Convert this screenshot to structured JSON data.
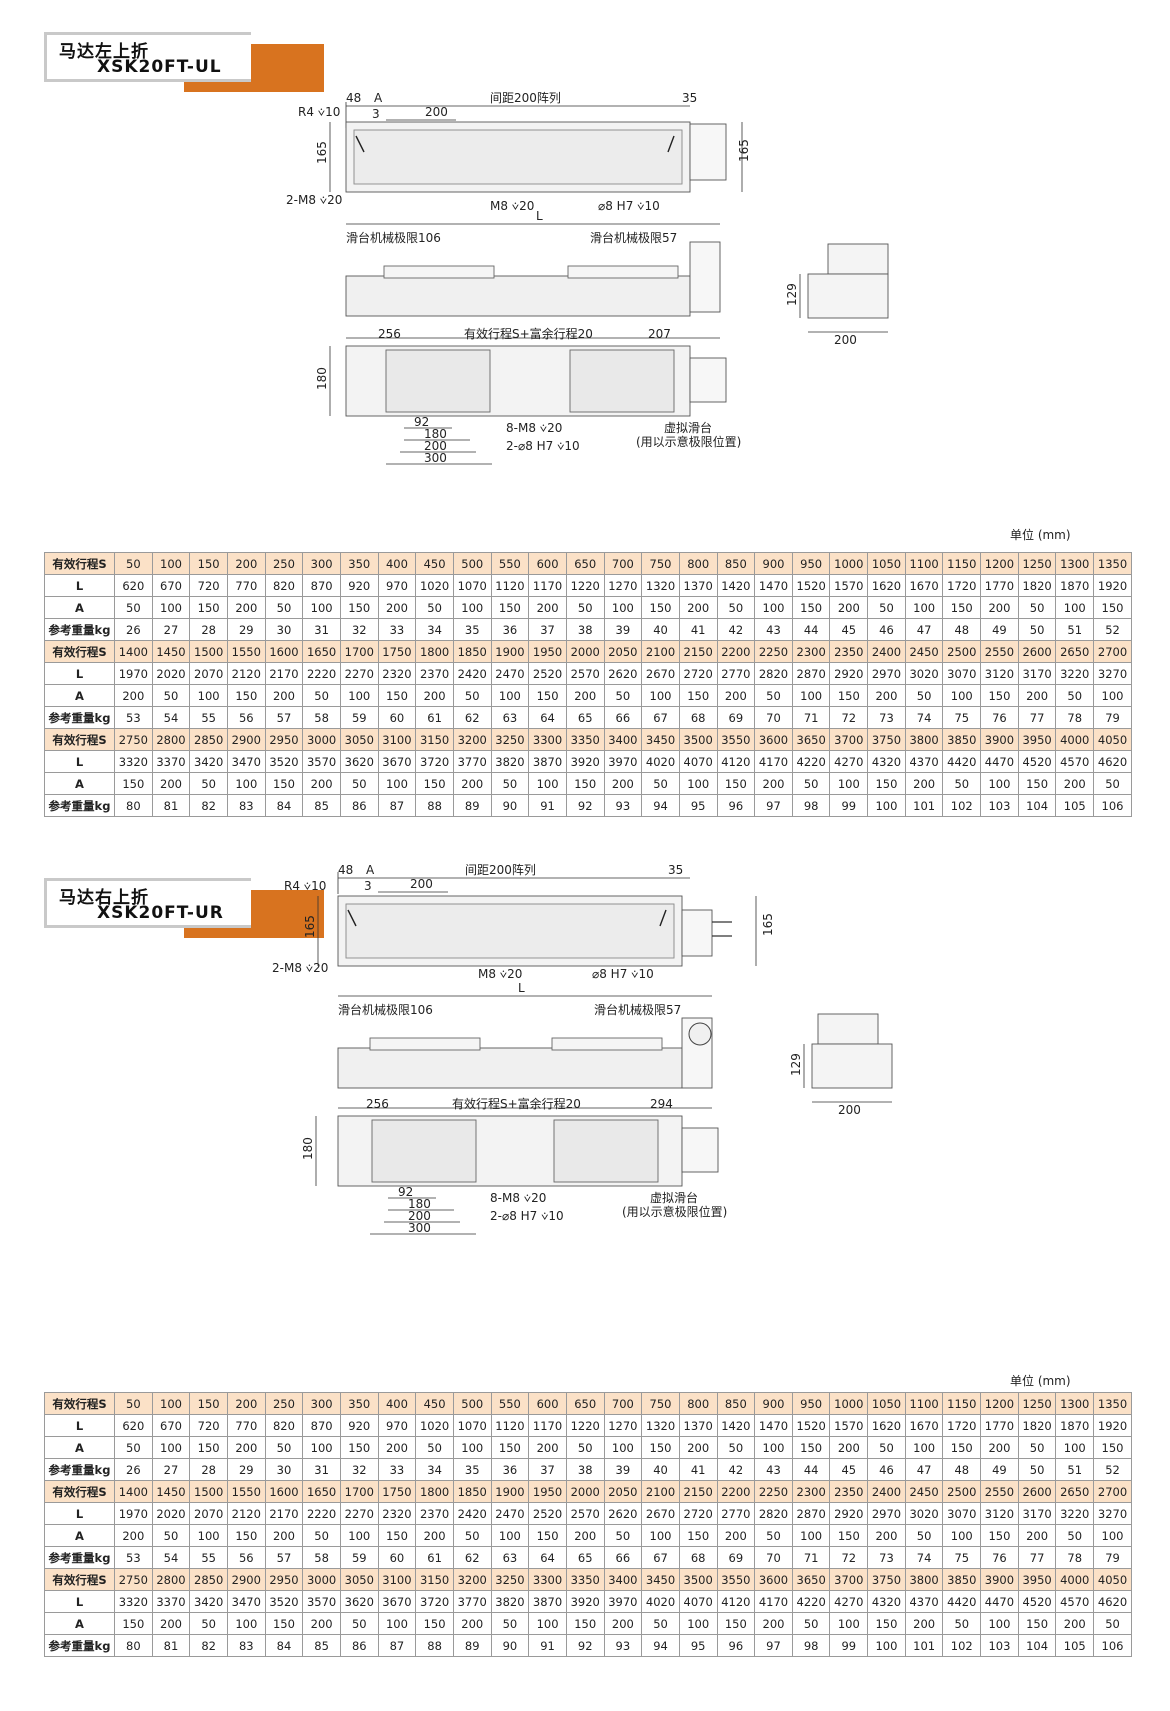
{
  "sections": [
    {
      "title_cn": "马达左上折",
      "title_model": "XSK20FT-UL",
      "dims": {
        "d48": "48",
        "dA": "A",
        "spacing": "间距200阵列",
        "d35": "35",
        "r4": "R4 ⩒10",
        "d3": "3",
        "d200": "200",
        "h165": "165",
        "h165r": "165",
        "m8_2": "2-M8 ⩒20",
        "m8": "M8 ⩒20",
        "phi8": "⌀8 H7 ⩒10",
        "L": "L",
        "limit106": "滑台机械极限106",
        "limit57": "滑台机械极限57",
        "h129": "129",
        "w200": "200",
        "d256": "256",
        "stroke": "有效行程S+富余行程20",
        "d207": "207",
        "h180": "180",
        "d92": "92",
        "d180": "180",
        "d200b": "200",
        "d300": "300",
        "m8_8": "8-M8 ⩒20",
        "phi8_2": "2-⌀8 H7 ⩒10",
        "virtual1": "虚拟滑台",
        "virtual2": "(用以示意极限位置)"
      },
      "unit": "单位 (mm)"
    },
    {
      "title_cn": "马达右上折",
      "title_model": "XSK20FT-UR",
      "dims": {
        "d48": "48",
        "dA": "A",
        "spacing": "间距200阵列",
        "d35": "35",
        "r4": "R4 ⩒10",
        "d3": "3",
        "d200": "200",
        "h165": "165",
        "h165r": "165",
        "m8_2": "2-M8 ⩒20",
        "m8": "M8 ⩒20",
        "phi8": "⌀8 H7 ⩒10",
        "L": "L",
        "limit106": "滑台机械极限106",
        "limit57": "滑台机械极限57",
        "h129": "129",
        "w200": "200",
        "d256": "256",
        "stroke": "有效行程S+富余行程20",
        "d207": "294",
        "h180": "180",
        "d92": "92",
        "d180": "180",
        "d200b": "200",
        "d300": "300",
        "m8_8": "8-M8 ⩒20",
        "phi8_2": "2-⌀8 H7 ⩒10",
        "virtual1": "虚拟滑台",
        "virtual2": "(用以示意极限位置)"
      },
      "unit": "单位 (mm)"
    }
  ],
  "table": {
    "row_labels": [
      "有效行程S",
      "L",
      "A",
      "参考重量kg"
    ],
    "blocks": [
      {
        "S": [
          "50",
          "100",
          "150",
          "200",
          "250",
          "300",
          "350",
          "400",
          "450",
          "500",
          "550",
          "600",
          "650",
          "700",
          "750",
          "800",
          "850",
          "900",
          "950",
          "1000",
          "1050",
          "1100",
          "1150",
          "1200",
          "1250",
          "1300",
          "1350"
        ],
        "L": [
          "620",
          "670",
          "720",
          "770",
          "820",
          "870",
          "920",
          "970",
          "1020",
          "1070",
          "1120",
          "1170",
          "1220",
          "1270",
          "1320",
          "1370",
          "1420",
          "1470",
          "1520",
          "1570",
          "1620",
          "1670",
          "1720",
          "1770",
          "1820",
          "1870",
          "1920"
        ],
        "A": [
          "50",
          "100",
          "150",
          "200",
          "50",
          "100",
          "150",
          "200",
          "50",
          "100",
          "150",
          "200",
          "50",
          "100",
          "150",
          "200",
          "50",
          "100",
          "150",
          "200",
          "50",
          "100",
          "150",
          "200",
          "50",
          "100",
          "150"
        ],
        "W": [
          "26",
          "27",
          "28",
          "29",
          "30",
          "31",
          "32",
          "33",
          "34",
          "35",
          "36",
          "37",
          "38",
          "39",
          "40",
          "41",
          "42",
          "43",
          "44",
          "45",
          "46",
          "47",
          "48",
          "49",
          "50",
          "51",
          "52"
        ]
      },
      {
        "S": [
          "1400",
          "1450",
          "1500",
          "1550",
          "1600",
          "1650",
          "1700",
          "1750",
          "1800",
          "1850",
          "1900",
          "1950",
          "2000",
          "2050",
          "2100",
          "2150",
          "2200",
          "2250",
          "2300",
          "2350",
          "2400",
          "2450",
          "2500",
          "2550",
          "2600",
          "2650",
          "2700"
        ],
        "L": [
          "1970",
          "2020",
          "2070",
          "2120",
          "2170",
          "2220",
          "2270",
          "2320",
          "2370",
          "2420",
          "2470",
          "2520",
          "2570",
          "2620",
          "2670",
          "2720",
          "2770",
          "2820",
          "2870",
          "2920",
          "2970",
          "3020",
          "3070",
          "3120",
          "3170",
          "3220",
          "3270"
        ],
        "A": [
          "200",
          "50",
          "100",
          "150",
          "200",
          "50",
          "100",
          "150",
          "200",
          "50",
          "100",
          "150",
          "200",
          "50",
          "100",
          "150",
          "200",
          "50",
          "100",
          "150",
          "200",
          "50",
          "100",
          "150",
          "200",
          "50",
          "100"
        ],
        "W": [
          "53",
          "54",
          "55",
          "56",
          "57",
          "58",
          "59",
          "60",
          "61",
          "62",
          "63",
          "64",
          "65",
          "66",
          "67",
          "68",
          "69",
          "70",
          "71",
          "72",
          "73",
          "74",
          "75",
          "76",
          "77",
          "78",
          "79"
        ]
      },
      {
        "S": [
          "2750",
          "2800",
          "2850",
          "2900",
          "2950",
          "3000",
          "3050",
          "3100",
          "3150",
          "3200",
          "3250",
          "3300",
          "3350",
          "3400",
          "3450",
          "3500",
          "3550",
          "3600",
          "3650",
          "3700",
          "3750",
          "3800",
          "3850",
          "3900",
          "3950",
          "4000",
          "4050"
        ],
        "L": [
          "3320",
          "3370",
          "3420",
          "3470",
          "3520",
          "3570",
          "3620",
          "3670",
          "3720",
          "3770",
          "3820",
          "3870",
          "3920",
          "3970",
          "4020",
          "4070",
          "4120",
          "4170",
          "4220",
          "4270",
          "4320",
          "4370",
          "4420",
          "4470",
          "4520",
          "4570",
          "4620"
        ],
        "A": [
          "150",
          "200",
          "50",
          "100",
          "150",
          "200",
          "50",
          "100",
          "150",
          "200",
          "50",
          "100",
          "150",
          "200",
          "50",
          "100",
          "150",
          "200",
          "50",
          "100",
          "150",
          "200",
          "50",
          "100",
          "150",
          "200",
          "50"
        ],
        "W": [
          "80",
          "81",
          "82",
          "83",
          "84",
          "85",
          "86",
          "87",
          "88",
          "89",
          "90",
          "91",
          "92",
          "93",
          "94",
          "95",
          "96",
          "97",
          "98",
          "99",
          "100",
          "101",
          "102",
          "103",
          "104",
          "105",
          "106"
        ]
      }
    ]
  },
  "colors": {
    "accent": "#d8731f",
    "header_row": "#fbe1c7",
    "annotation": "#e07a1b"
  }
}
